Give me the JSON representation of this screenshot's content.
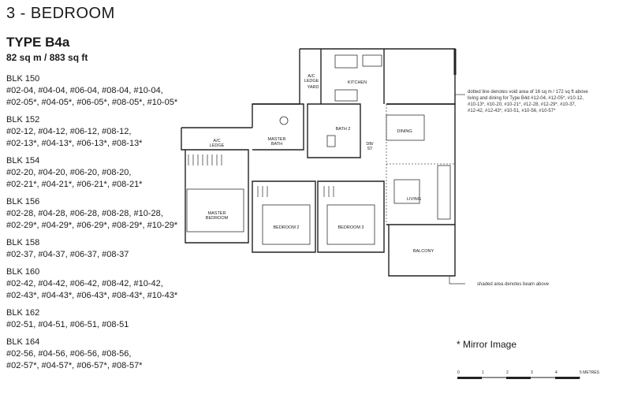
{
  "heading": "3 - BEDROOM",
  "unit_type": "TYPE B4a",
  "unit_area": "82 sq m / 883 sq ft",
  "blocks": [
    {
      "name": "BLK 150",
      "lines": [
        "#02-04, #04-04, #06-04, #08-04, #10-04,",
        "#02-05*, #04-05*, #06-05*, #08-05*, #10-05*"
      ]
    },
    {
      "name": "BLK 152",
      "lines": [
        "#02-12, #04-12, #06-12, #08-12,",
        "#02-13*, #04-13*, #06-13*, #08-13*"
      ]
    },
    {
      "name": "BLK 154",
      "lines": [
        "#02-20, #04-20, #06-20, #08-20,",
        "#02-21*, #04-21*, #06-21*, #08-21*"
      ]
    },
    {
      "name": "BLK 156",
      "lines": [
        "#02-28, #04-28, #06-28, #08-28, #10-28,",
        "#02-29*, #04-29*, #06-29*, #08-29*, #10-29*"
      ]
    },
    {
      "name": "BLK 158",
      "lines": [
        "#02-37, #04-37, #06-37, #08-37"
      ]
    },
    {
      "name": "BLK 160",
      "lines": [
        "#02-42, #04-42, #06-42, #08-42, #10-42,",
        "#02-43*, #04-43*, #06-43*, #08-43*, #10-43*"
      ]
    },
    {
      "name": "BLK 162",
      "lines": [
        "#02-51, #04-51, #06-51, #08-51"
      ]
    },
    {
      "name": "BLK 164",
      "lines": [
        "#02-56, #04-56, #06-56, #08-56,",
        "#02-57*, #04-57*, #06-57*, #08-57*"
      ]
    }
  ],
  "rooms": {
    "ac_ledge_top": "A/C\nLEDGE",
    "yard": "YARD",
    "kitchen": "KITCHEN",
    "ac_ledge_left": "A/C\nLEDGE",
    "master_bath": "MASTER\nBATH",
    "bath2": "BATH 2",
    "db_st": "DB/\nST",
    "dining": "DINING",
    "living": "LIVING",
    "master_bedroom": "MASTER\nBEDROOM",
    "bedroom2": "BEDROOM 2",
    "bedroom3": "BEDROOM 3",
    "balcony": "BALCONY"
  },
  "notes": {
    "void_lines": [
      "dotted line denotes void area of 16 sq m / 172 sq ft above",
      "living and dining for Type B4d #12-04, #12-05*, #10-12,",
      "#10-13*, #10-20, #10-21*, #12-28, #12-29*, #10-37,",
      "#12-42, #12-43*, #10-51, #10-56, #10-57*"
    ],
    "beam": "shaded area denotes beam above"
  },
  "mirror_note": "* Mirror Image",
  "scale": {
    "ticks": [
      "0",
      "1",
      "2",
      "3",
      "4",
      "5 METRES"
    ]
  }
}
